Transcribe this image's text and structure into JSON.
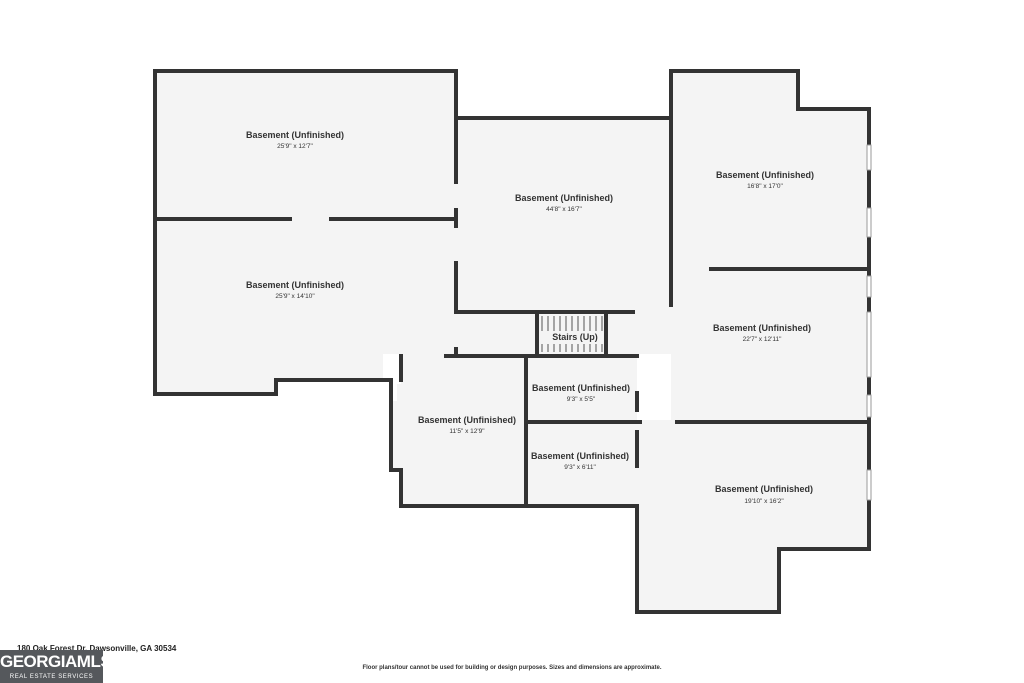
{
  "floor_plan": {
    "address": "180 Oak Forest Dr, Dawsonville, GA 30534",
    "disclaimer": "Floor plans/tour cannot be used for building or design purposes. Sizes and dimensions are approximate.",
    "logo": {
      "main": "GEORGIAMLS",
      "sub": "REAL ESTATE SERVICES"
    },
    "colors": {
      "wall": "#333333",
      "floor": "#f4f4f4",
      "logo_bg": "#55585c"
    },
    "rooms": [
      {
        "name": "Basement (Unfinished)",
        "dims": "25'9\" x 12'7\""
      },
      {
        "name": "Basement (Unfinished)",
        "dims": "44'8\" x 16'7\""
      },
      {
        "name": "Basement (Unfinished)",
        "dims": "16'8\" x 17'0\""
      },
      {
        "name": "Basement (Unfinished)",
        "dims": "25'9\" x 14'10\""
      },
      {
        "name": "Basement (Unfinished)",
        "dims": "22'7\" x 12'11\""
      },
      {
        "name": "Basement (Unfinished)",
        "dims": "9'3\" x 5'5\""
      },
      {
        "name": "Basement (Unfinished)",
        "dims": "11'5\" x 12'9\""
      },
      {
        "name": "Basement (Unfinished)",
        "dims": "9'3\" x 6'11\""
      },
      {
        "name": "Basement (Unfinished)",
        "dims": "19'10\" x 16'2\""
      }
    ],
    "stairs": {
      "label": "Stairs (Up)"
    }
  }
}
